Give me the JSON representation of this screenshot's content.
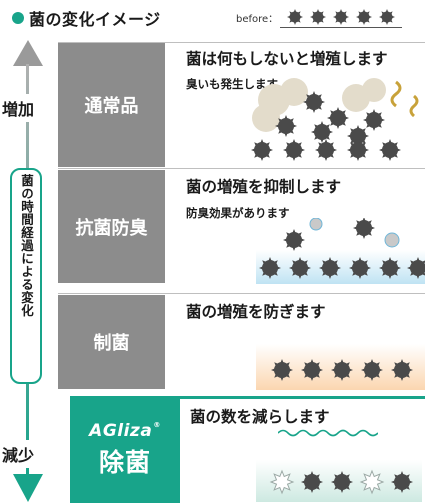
{
  "header": {
    "title": "菌の変化イメージ",
    "before_label": "before："
  },
  "axis": {
    "increase": "増加",
    "decrease": "減少",
    "vertical_label": "菌の時間経過による変化"
  },
  "rows": [
    {
      "label": "通常品",
      "title": "菌は何もしないと増殖します",
      "subtitle": "臭いも発生します"
    },
    {
      "label": "抗菌防臭",
      "title": "菌の増殖を抑制します",
      "subtitle": "防臭効果があります"
    },
    {
      "label": "制菌",
      "title": "菌の増殖を防ぎます",
      "subtitle": ""
    },
    {
      "brand": "AGliza",
      "brand_mark": "®",
      "label": "除菌",
      "title": "菌の数を減らします",
      "subtitle": ""
    }
  ],
  "colors": {
    "accent": "#18a48a",
    "label_gray": "#8c8c8c",
    "germ_dark": "#4a4a4a",
    "odor_beige": "#e3dccb",
    "odor_yellow": "#c8a23a",
    "base_blue": "#bfe3f3",
    "base_orange": "#fbd6b0"
  }
}
